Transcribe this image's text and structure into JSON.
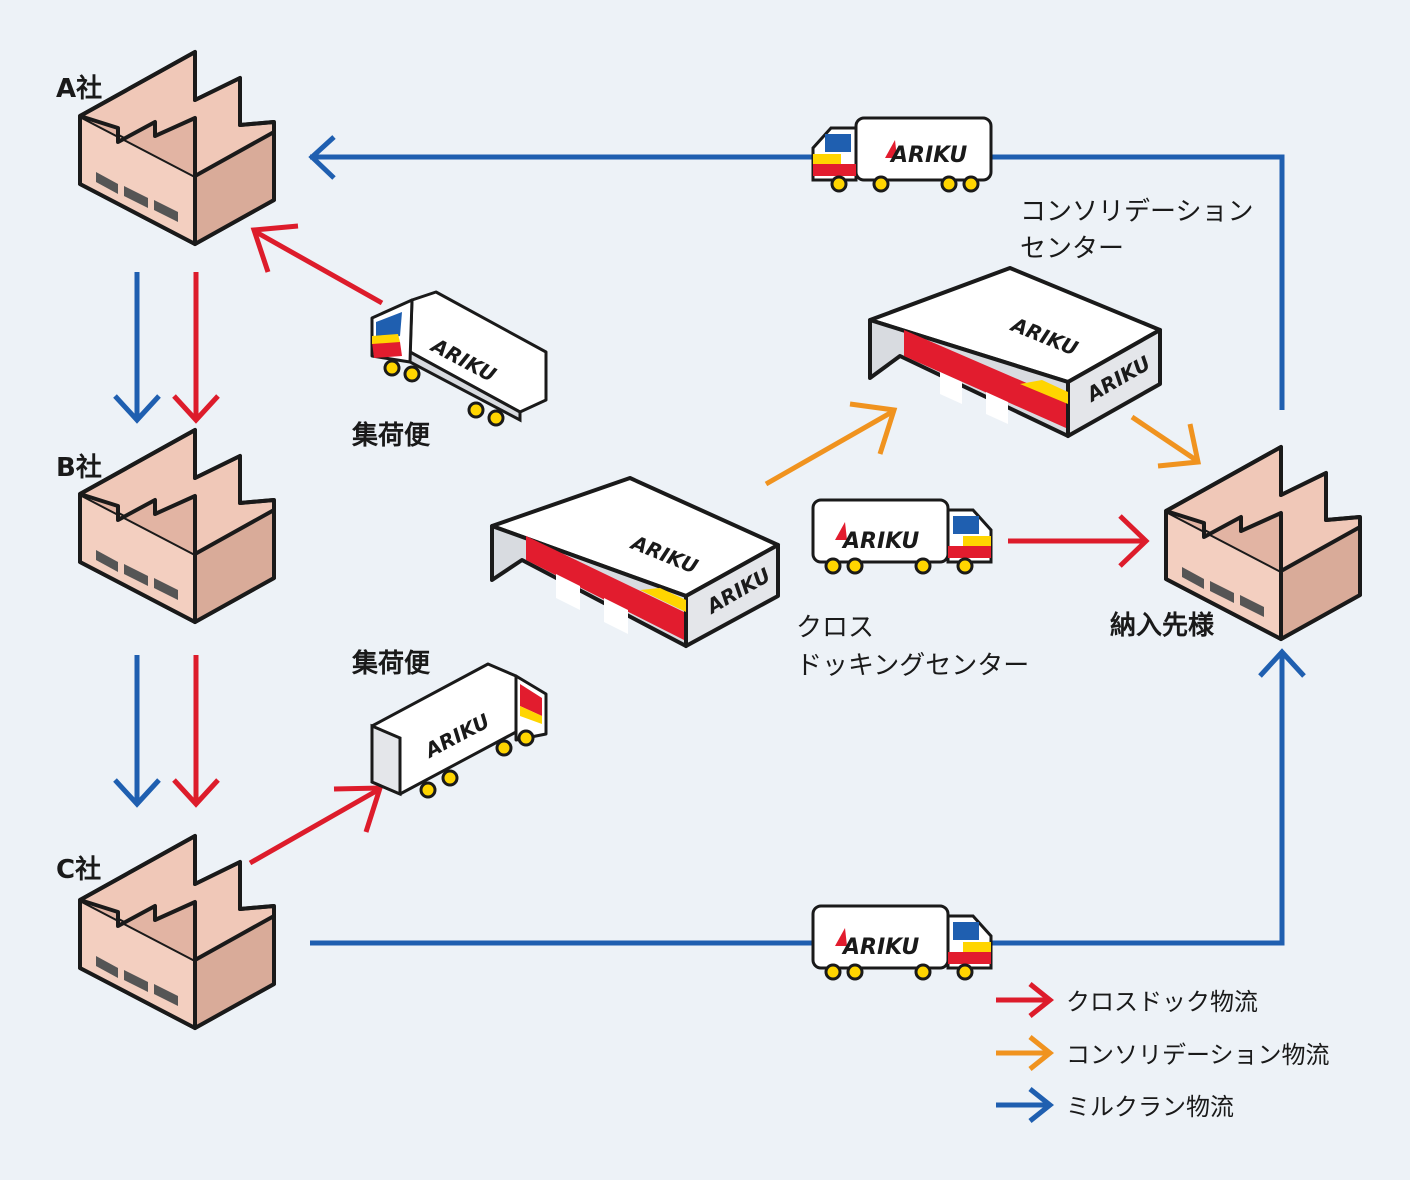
{
  "colors": {
    "background": "#edf2f7",
    "cross_dock": "#dd1c2b",
    "consolidation": "#f0931f",
    "milk_run": "#1f5fb0",
    "factory": "#f0c8b8",
    "brand_blue": "#1f5fb0",
    "brand_red": "#e21c2e",
    "brand_yellow": "#ffd500"
  },
  "labels": {
    "company_a": "A社",
    "company_b": "B社",
    "company_c": "C社",
    "pickup_1": "集荷便",
    "pickup_2": "集荷便",
    "consolidation_center_line1": "コンソリデーション",
    "consolidation_center_line2": "センター",
    "crossdock_center_line1": "クロス",
    "crossdock_center_line2": "ドッキングセンター",
    "destination": "納入先様"
  },
  "brand": {
    "logo_text": "ARIKU"
  },
  "legend": [
    {
      "label": "クロスドック物流",
      "color": "#dd1c2b"
    },
    {
      "label": "コンソリデーション物流",
      "color": "#f0931f"
    },
    {
      "label": "ミルクラン物流",
      "color": "#1f5fb0"
    }
  ],
  "icons": {
    "factory": "factory-icon",
    "truck": "truck-icon",
    "warehouse": "warehouse-icon"
  }
}
